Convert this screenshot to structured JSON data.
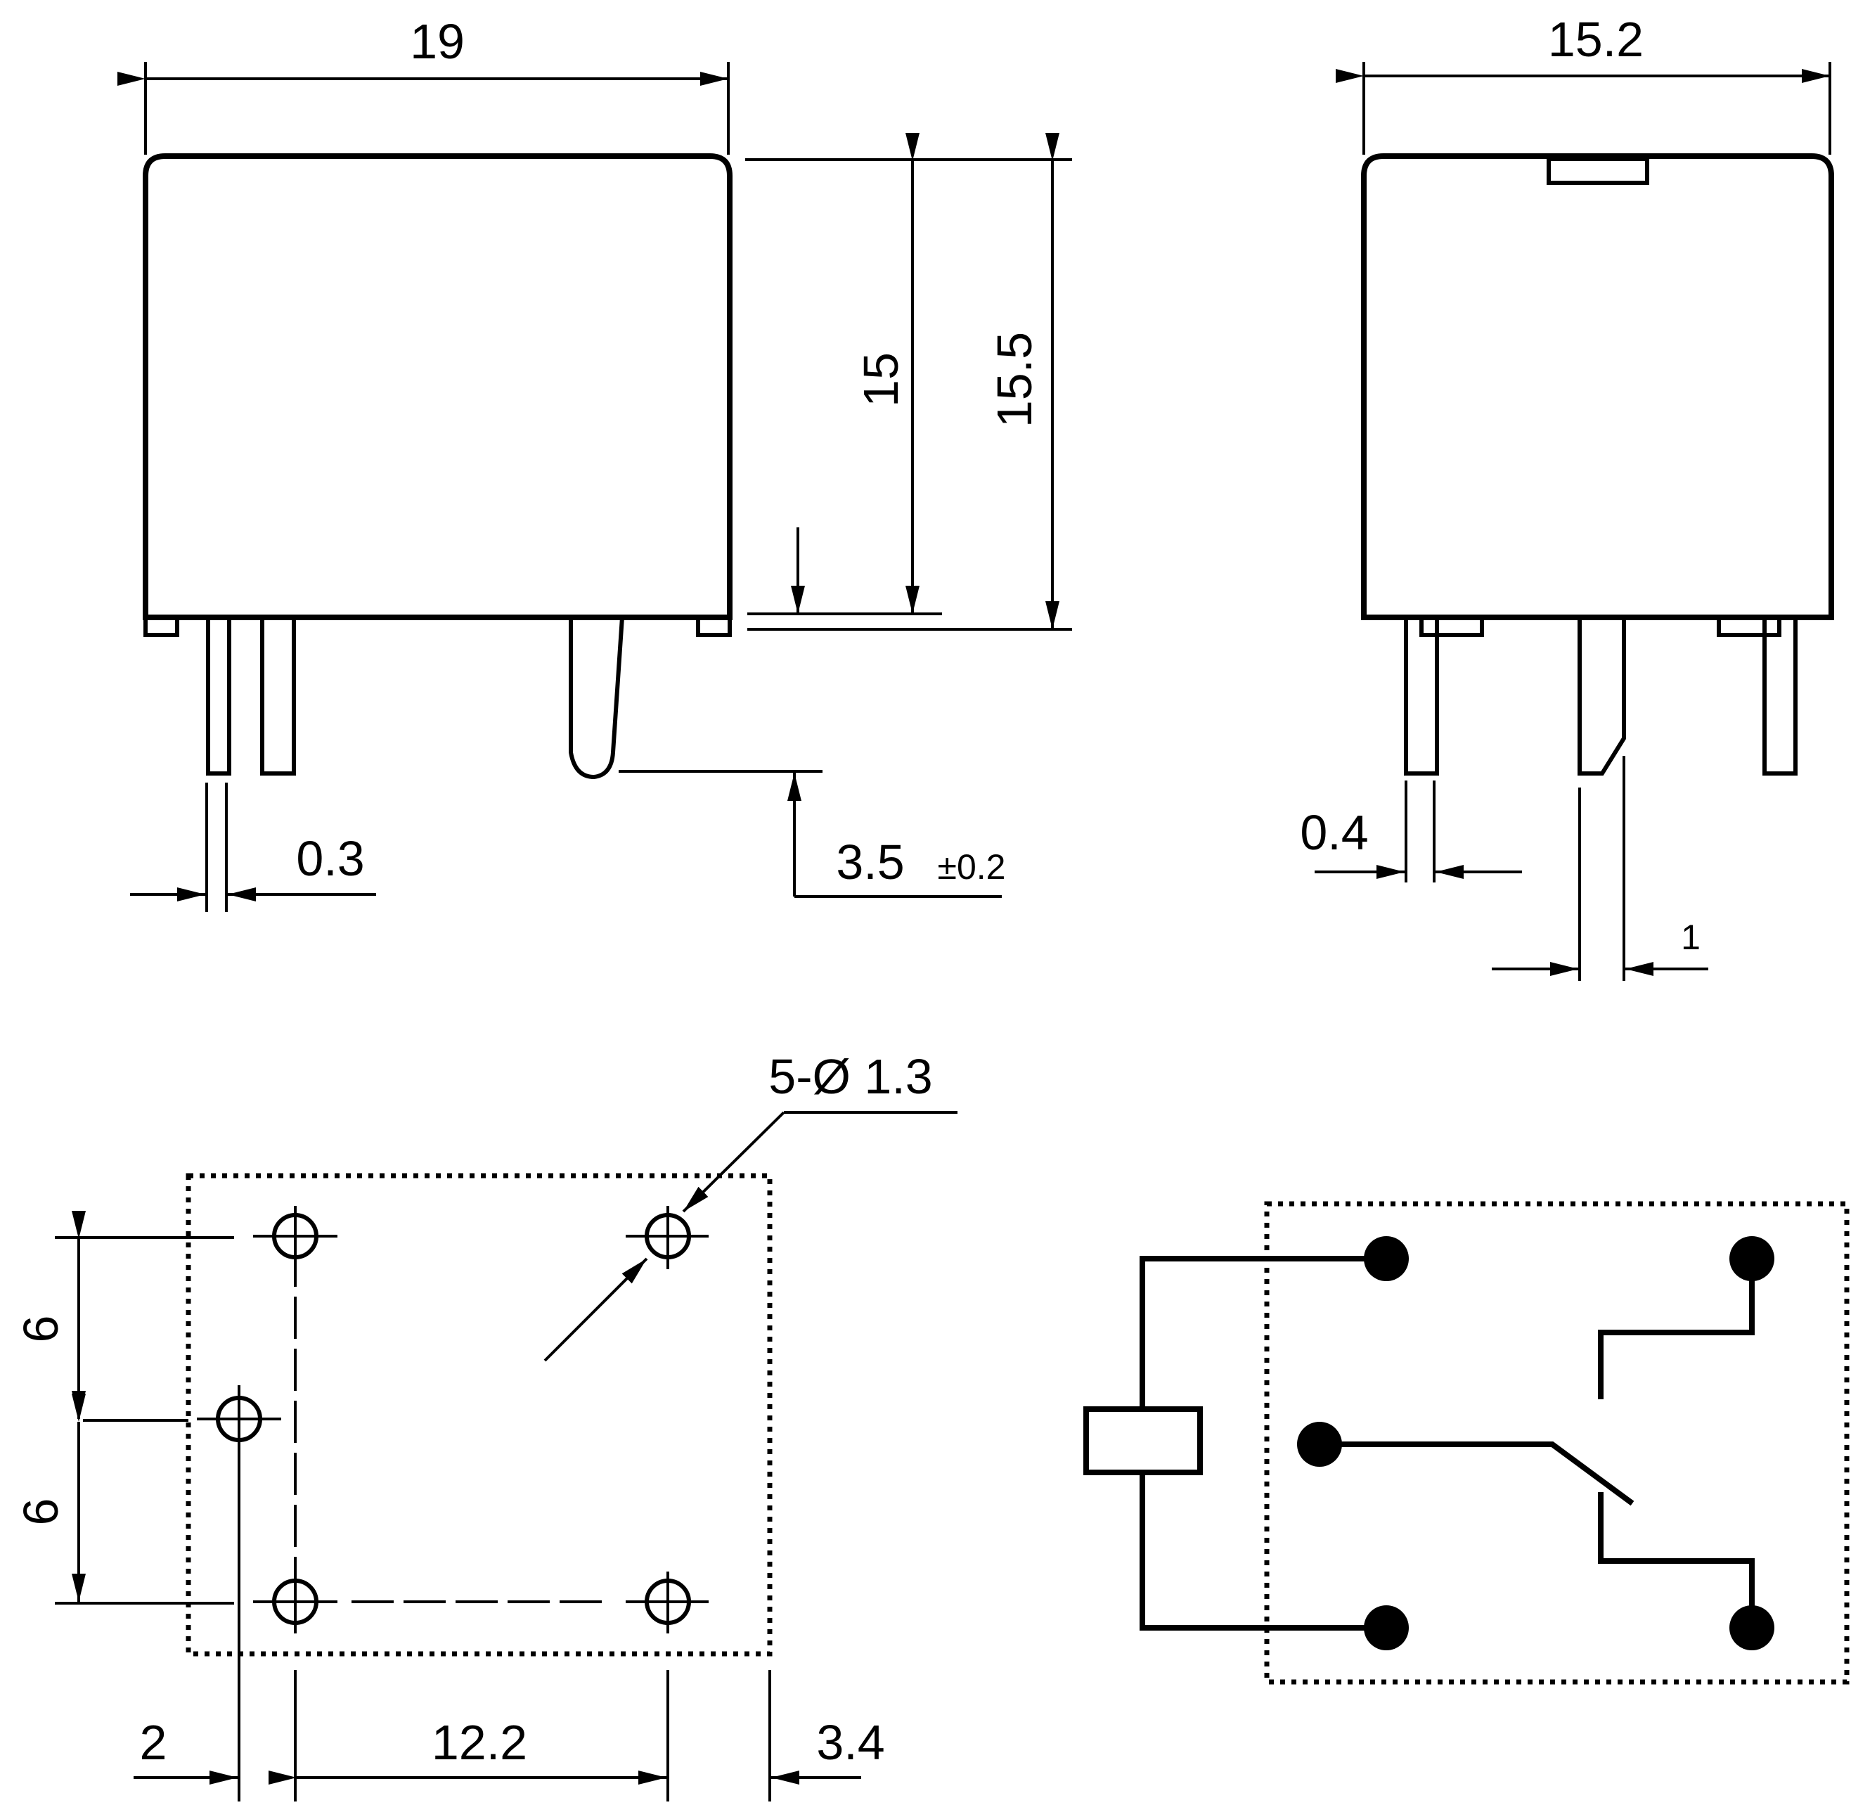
{
  "dimensions": {
    "side_width": "19",
    "body_height": "15",
    "total_height": "15.5",
    "pin_thickness": "0.3",
    "pin_length": "3.5",
    "pin_length_tolerance": "±0.2",
    "end_width": "15.2",
    "end_pin_thickness": "0.4",
    "end_pin_width": "1",
    "holes": "5-Ø 1.3",
    "pitch_upper": "6",
    "pitch_lower": "6",
    "edge_left": "2",
    "pitch_horizontal": "12.2",
    "edge_right": "3.4"
  },
  "colors": {
    "line": "#000000",
    "background": "#ffffff"
  }
}
